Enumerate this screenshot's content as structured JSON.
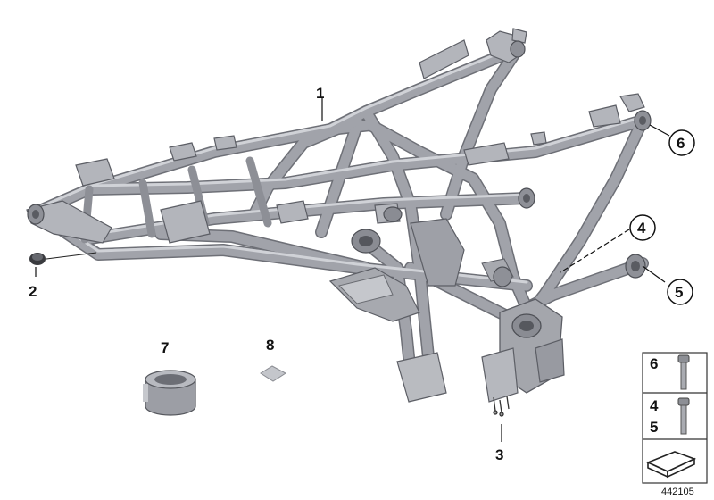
{
  "callouts": {
    "c1": "1",
    "c2": "2",
    "c3": "3",
    "c4": "4",
    "c5": "5",
    "c6": "6",
    "c7": "7",
    "c8": "8"
  },
  "legend": {
    "bolt_long": "6",
    "bolt_short_top": "4",
    "bolt_short_bottom": "5"
  },
  "diagram_number": "442105",
  "icons": [
    "main-frame-illustration",
    "plug-cap-icon",
    "bushing-icon",
    "label-patch-icon",
    "bolt-icon",
    "mounting-pad-icon"
  ],
  "colors": {
    "frame": "#9a9ca3",
    "frame_dark": "#6e7077",
    "frame_light": "#c4c6cc",
    "line": "#222222"
  }
}
